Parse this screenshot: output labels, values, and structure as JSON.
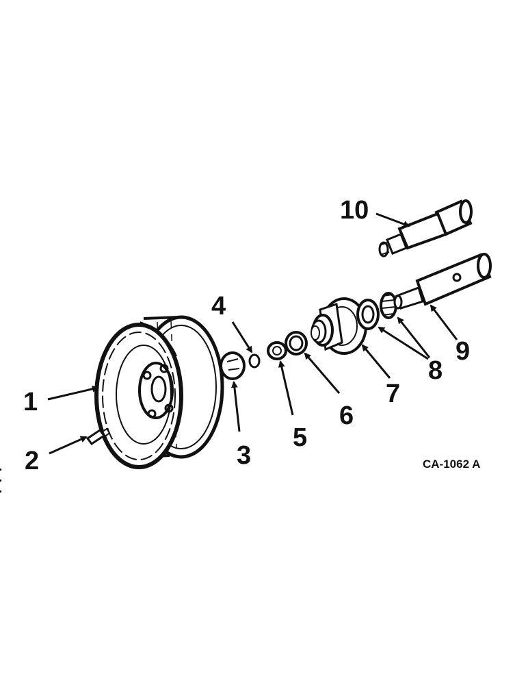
{
  "callouts": {
    "c1": "1",
    "c2": "2",
    "c3": "3",
    "c4": "4",
    "c5": "5",
    "c6": "6",
    "c7": "7",
    "c8": "8",
    "c9": "9",
    "c10": "10"
  },
  "drawing_code": "CA-1062 A"
}
